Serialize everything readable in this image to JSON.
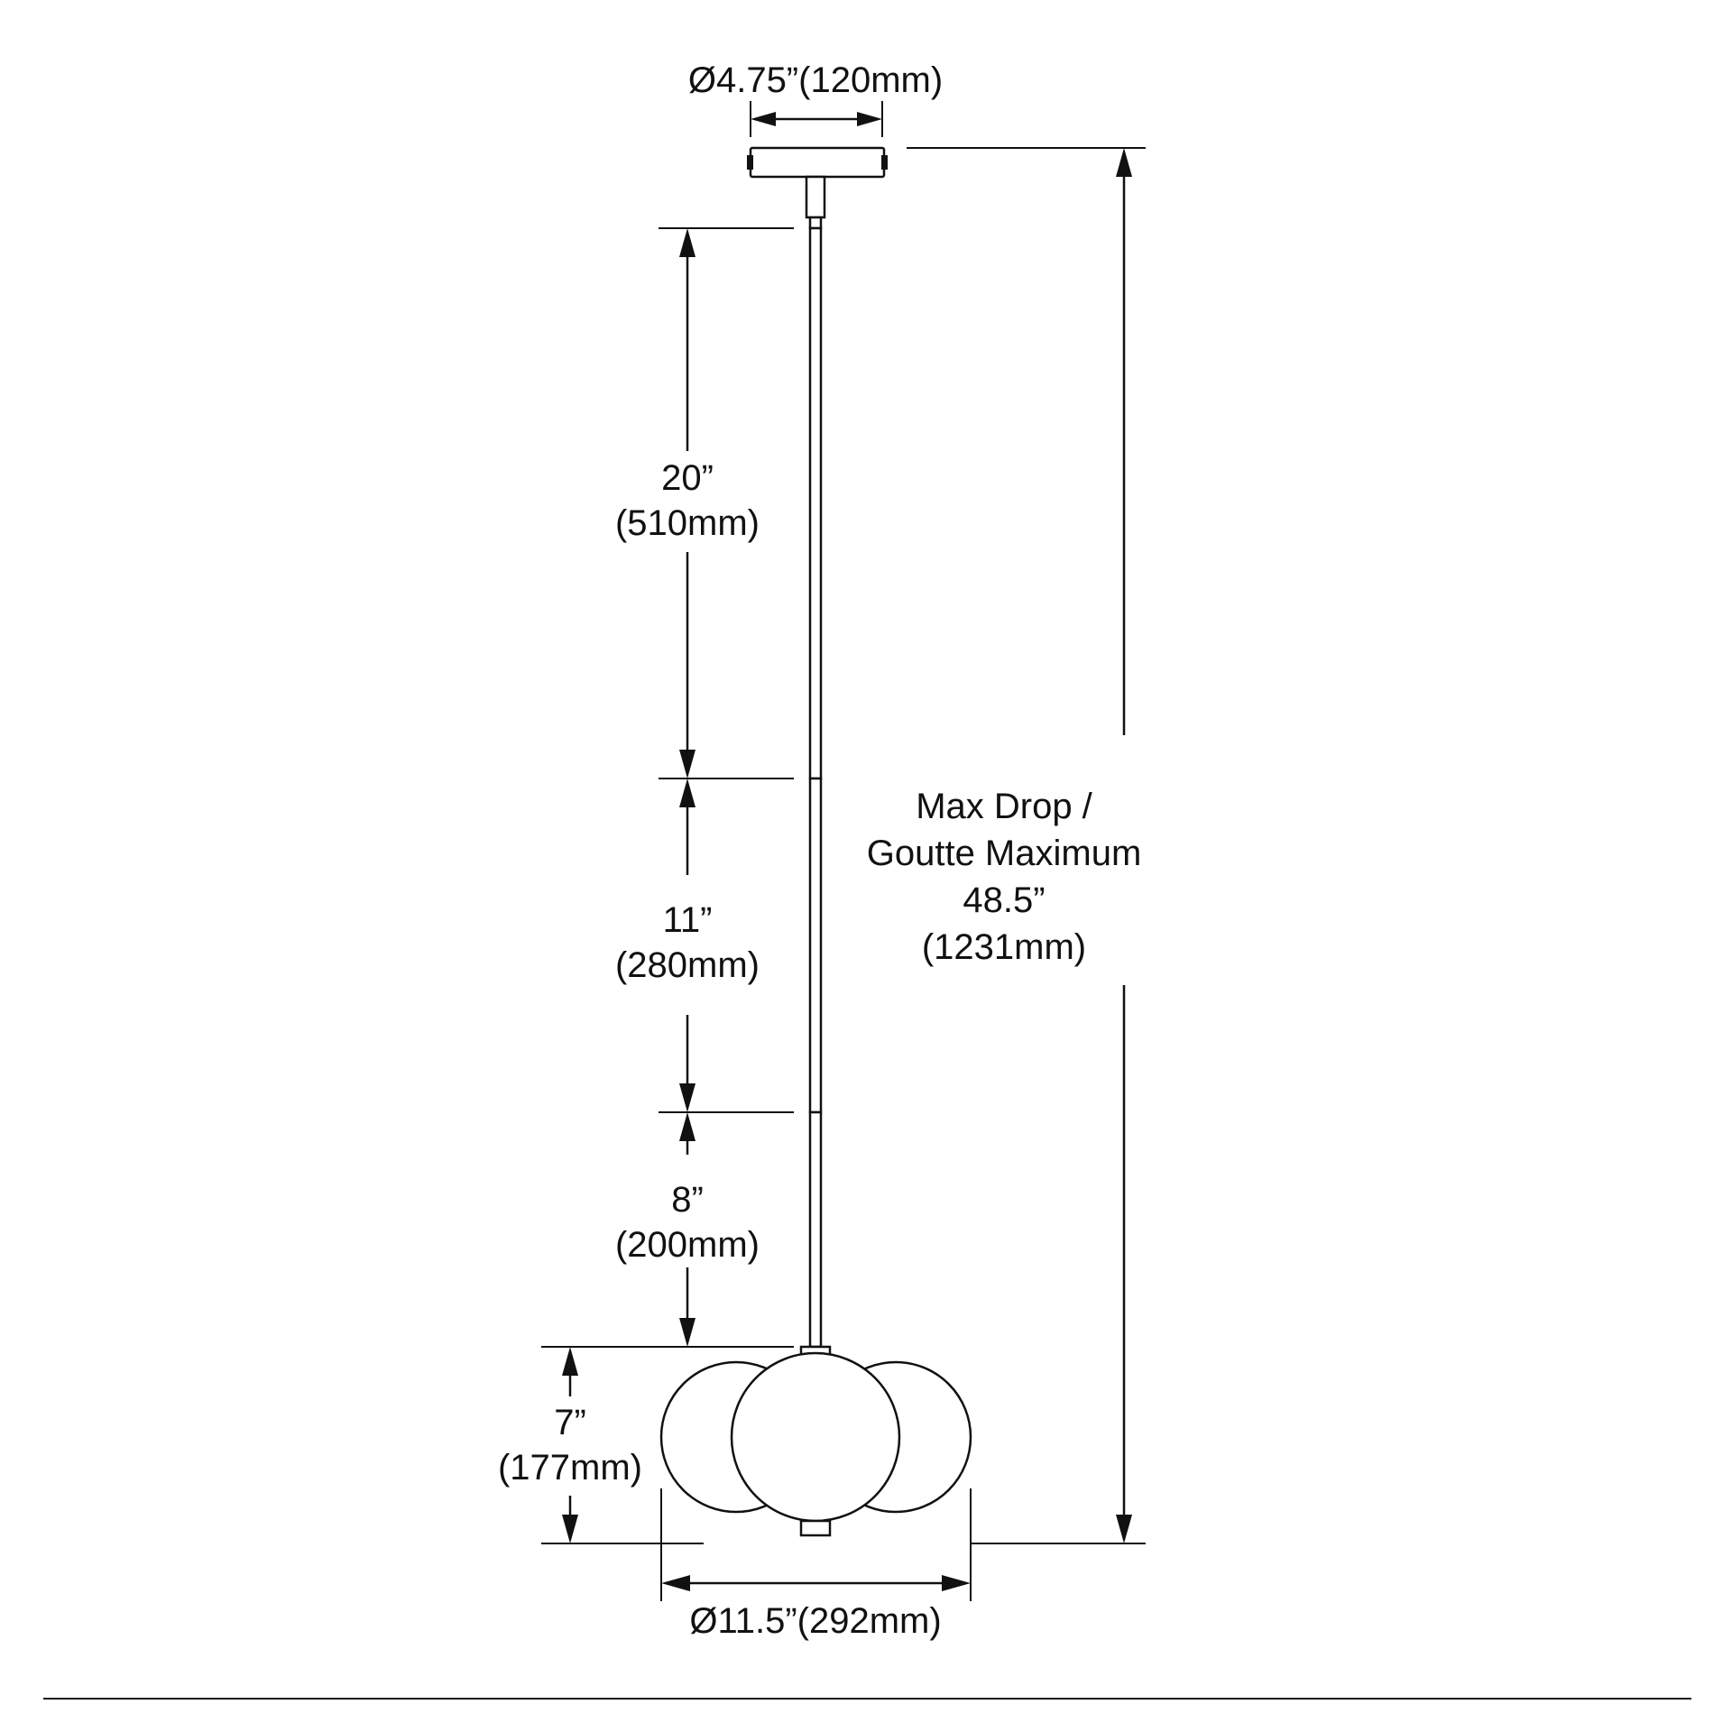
{
  "dimensions": {
    "canopy_diameter": "Ø4.75”(120mm)",
    "stem_top": {
      "inches": "20”",
      "mm": "(510mm)"
    },
    "stem_middle": {
      "inches": "11”",
      "mm": "(280mm)"
    },
    "stem_bottom": {
      "inches": "8”",
      "mm": "(200mm)"
    },
    "shade_height": {
      "inches": "7”",
      "mm": "(177mm)"
    },
    "shade_diameter": "Ø11.5”(292mm)",
    "max_drop": {
      "line1": "Max Drop /",
      "line2": "Goutte Maximum",
      "inches": "48.5”",
      "mm": "(1231mm)"
    }
  }
}
